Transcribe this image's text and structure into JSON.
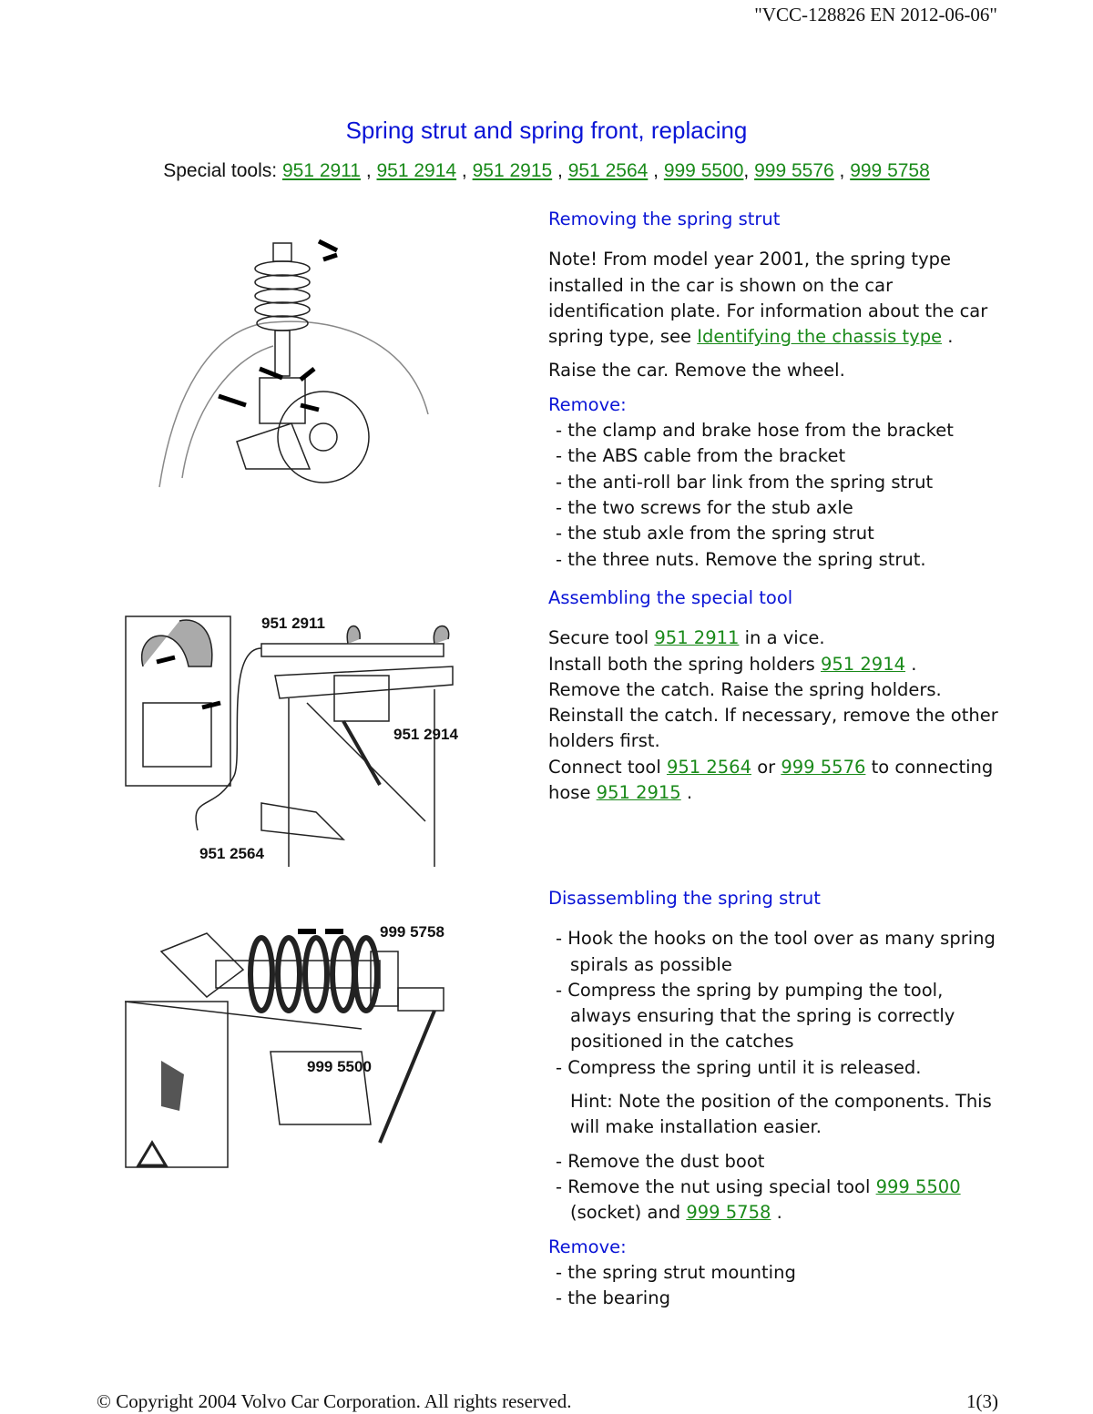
{
  "doc_id": "\"VCC-128826 EN 2012-06-06\"",
  "title": "Spring strut and spring front, replacing",
  "special_tools_label": "Special tools:",
  "special_tools": [
    "951 2911",
    "951 2914",
    "951 2915",
    "951 2564",
    "999 5500",
    "999 5576",
    "999 5758"
  ],
  "s1": {
    "heading": "Removing the spring strut",
    "note": "Note! From model year 2001, the spring type installed in the car is shown on the car identification plate. For information about the car spring type, see ",
    "note_link": "Identifying the chassis type",
    "raise": "Raise the car. Remove the wheel.",
    "remove_label": "Remove:",
    "items": [
      "the clamp and brake hose from the bracket",
      "the ABS cable from the bracket",
      "the anti-roll bar link from the spring strut",
      "the two screws for the stub axle",
      "the stub axle from the spring strut",
      "the three nuts. Remove the spring strut."
    ]
  },
  "s2": {
    "heading": "Assembling the special tool",
    "t1": "Secure tool ",
    "l1": "951 2911",
    "t2": " in a vice.",
    "t3": "Install both the spring holders ",
    "l2": "951 2914",
    "t4": " .",
    "t5": "Remove the catch. Raise the spring holders. Reinstall the catch. If necessary, remove the other holders first.",
    "t6": "Connect tool ",
    "l3": "951 2564",
    "t7": " or ",
    "l4": "999 5576",
    "t8": " to connecting hose ",
    "l5": "951 2915",
    "t9": " .",
    "fig_labels": [
      "951 2911",
      "951 2914",
      "951 2564"
    ]
  },
  "s3": {
    "heading": "Disassembling the spring strut",
    "items": [
      "Hook the hooks on the tool over as many spring spirals as possible",
      "Compress the spring by pumping the tool, always ensuring that the spring is correctly positioned in the catches",
      "Compress the spring until it is released."
    ],
    "hint_label": "Hint:",
    "hint": " Note the position of the components. This will make installation easier.",
    "items2_a": "Remove the dust boot",
    "items2_b": "Remove the nut using special tool ",
    "l1": "999 5500",
    "items2_c": " (socket) and ",
    "l2": "999 5758",
    "items2_d": " .",
    "remove_label": "Remove:",
    "items3": [
      "the spring strut mounting",
      "the bearing"
    ],
    "fig_labels": [
      "999 5758",
      "999 5500"
    ]
  },
  "footer": {
    "copyright": "© Copyright 2004 Volvo Car Corporation. All rights reserved.",
    "page": "1(3)"
  }
}
